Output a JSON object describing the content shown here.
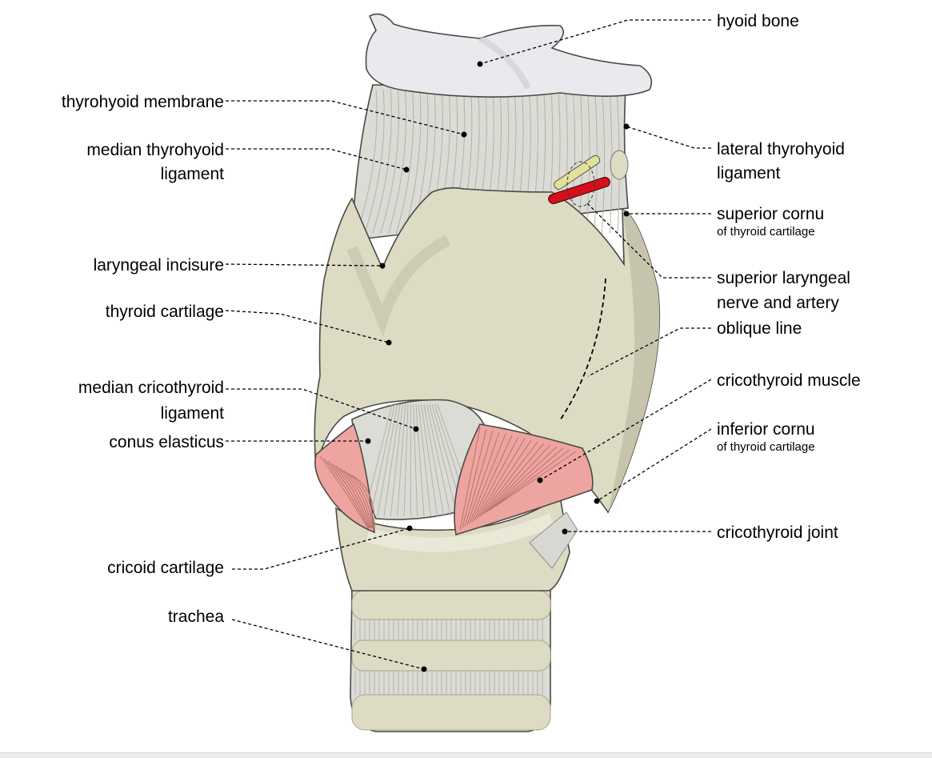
{
  "labels": {
    "hyoid_bone": "hyoid bone",
    "thyrohyoid_membrane": "thyrohyoid membrane",
    "median_thyrohyoid_1": "median thyrohyoid",
    "median_thyrohyoid_2": "ligament",
    "lateral_thyrohyoid_1": "lateral thyrohyoid",
    "lateral_thyrohyoid_2": "ligament",
    "superior_cornu": "superior cornu",
    "superior_cornu_sub": "of thyroid cartilage",
    "laryngeal_incisure": "laryngeal incisure",
    "superior_laryngeal_1": "superior laryngeal",
    "superior_laryngeal_2": "nerve and artery",
    "thyroid_cartilage": "thyroid cartilage",
    "oblique_line": "oblique line",
    "median_cricothyroid_1": "median cricothyroid",
    "median_cricothyroid_2": "ligament",
    "cricothyroid_muscle": "cricothyroid muscle",
    "conus_elasticus": "conus elasticus",
    "inferior_cornu": "inferior cornu",
    "inferior_cornu_sub": "of thyroid cartilage",
    "cricothyroid_joint": "cricothyroid joint",
    "cricoid_cartilage": "cricoid cartilage",
    "trachea": "trachea"
  },
  "colors": {
    "cartilage": "#dddbc4",
    "cartilage_shadow": "#c6c4ac",
    "membrane": "#dcdcd6",
    "bone": "#eaeaee",
    "muscle": "#eea4a0",
    "nerve": "#e3e09a",
    "artery": "#d4101a"
  }
}
